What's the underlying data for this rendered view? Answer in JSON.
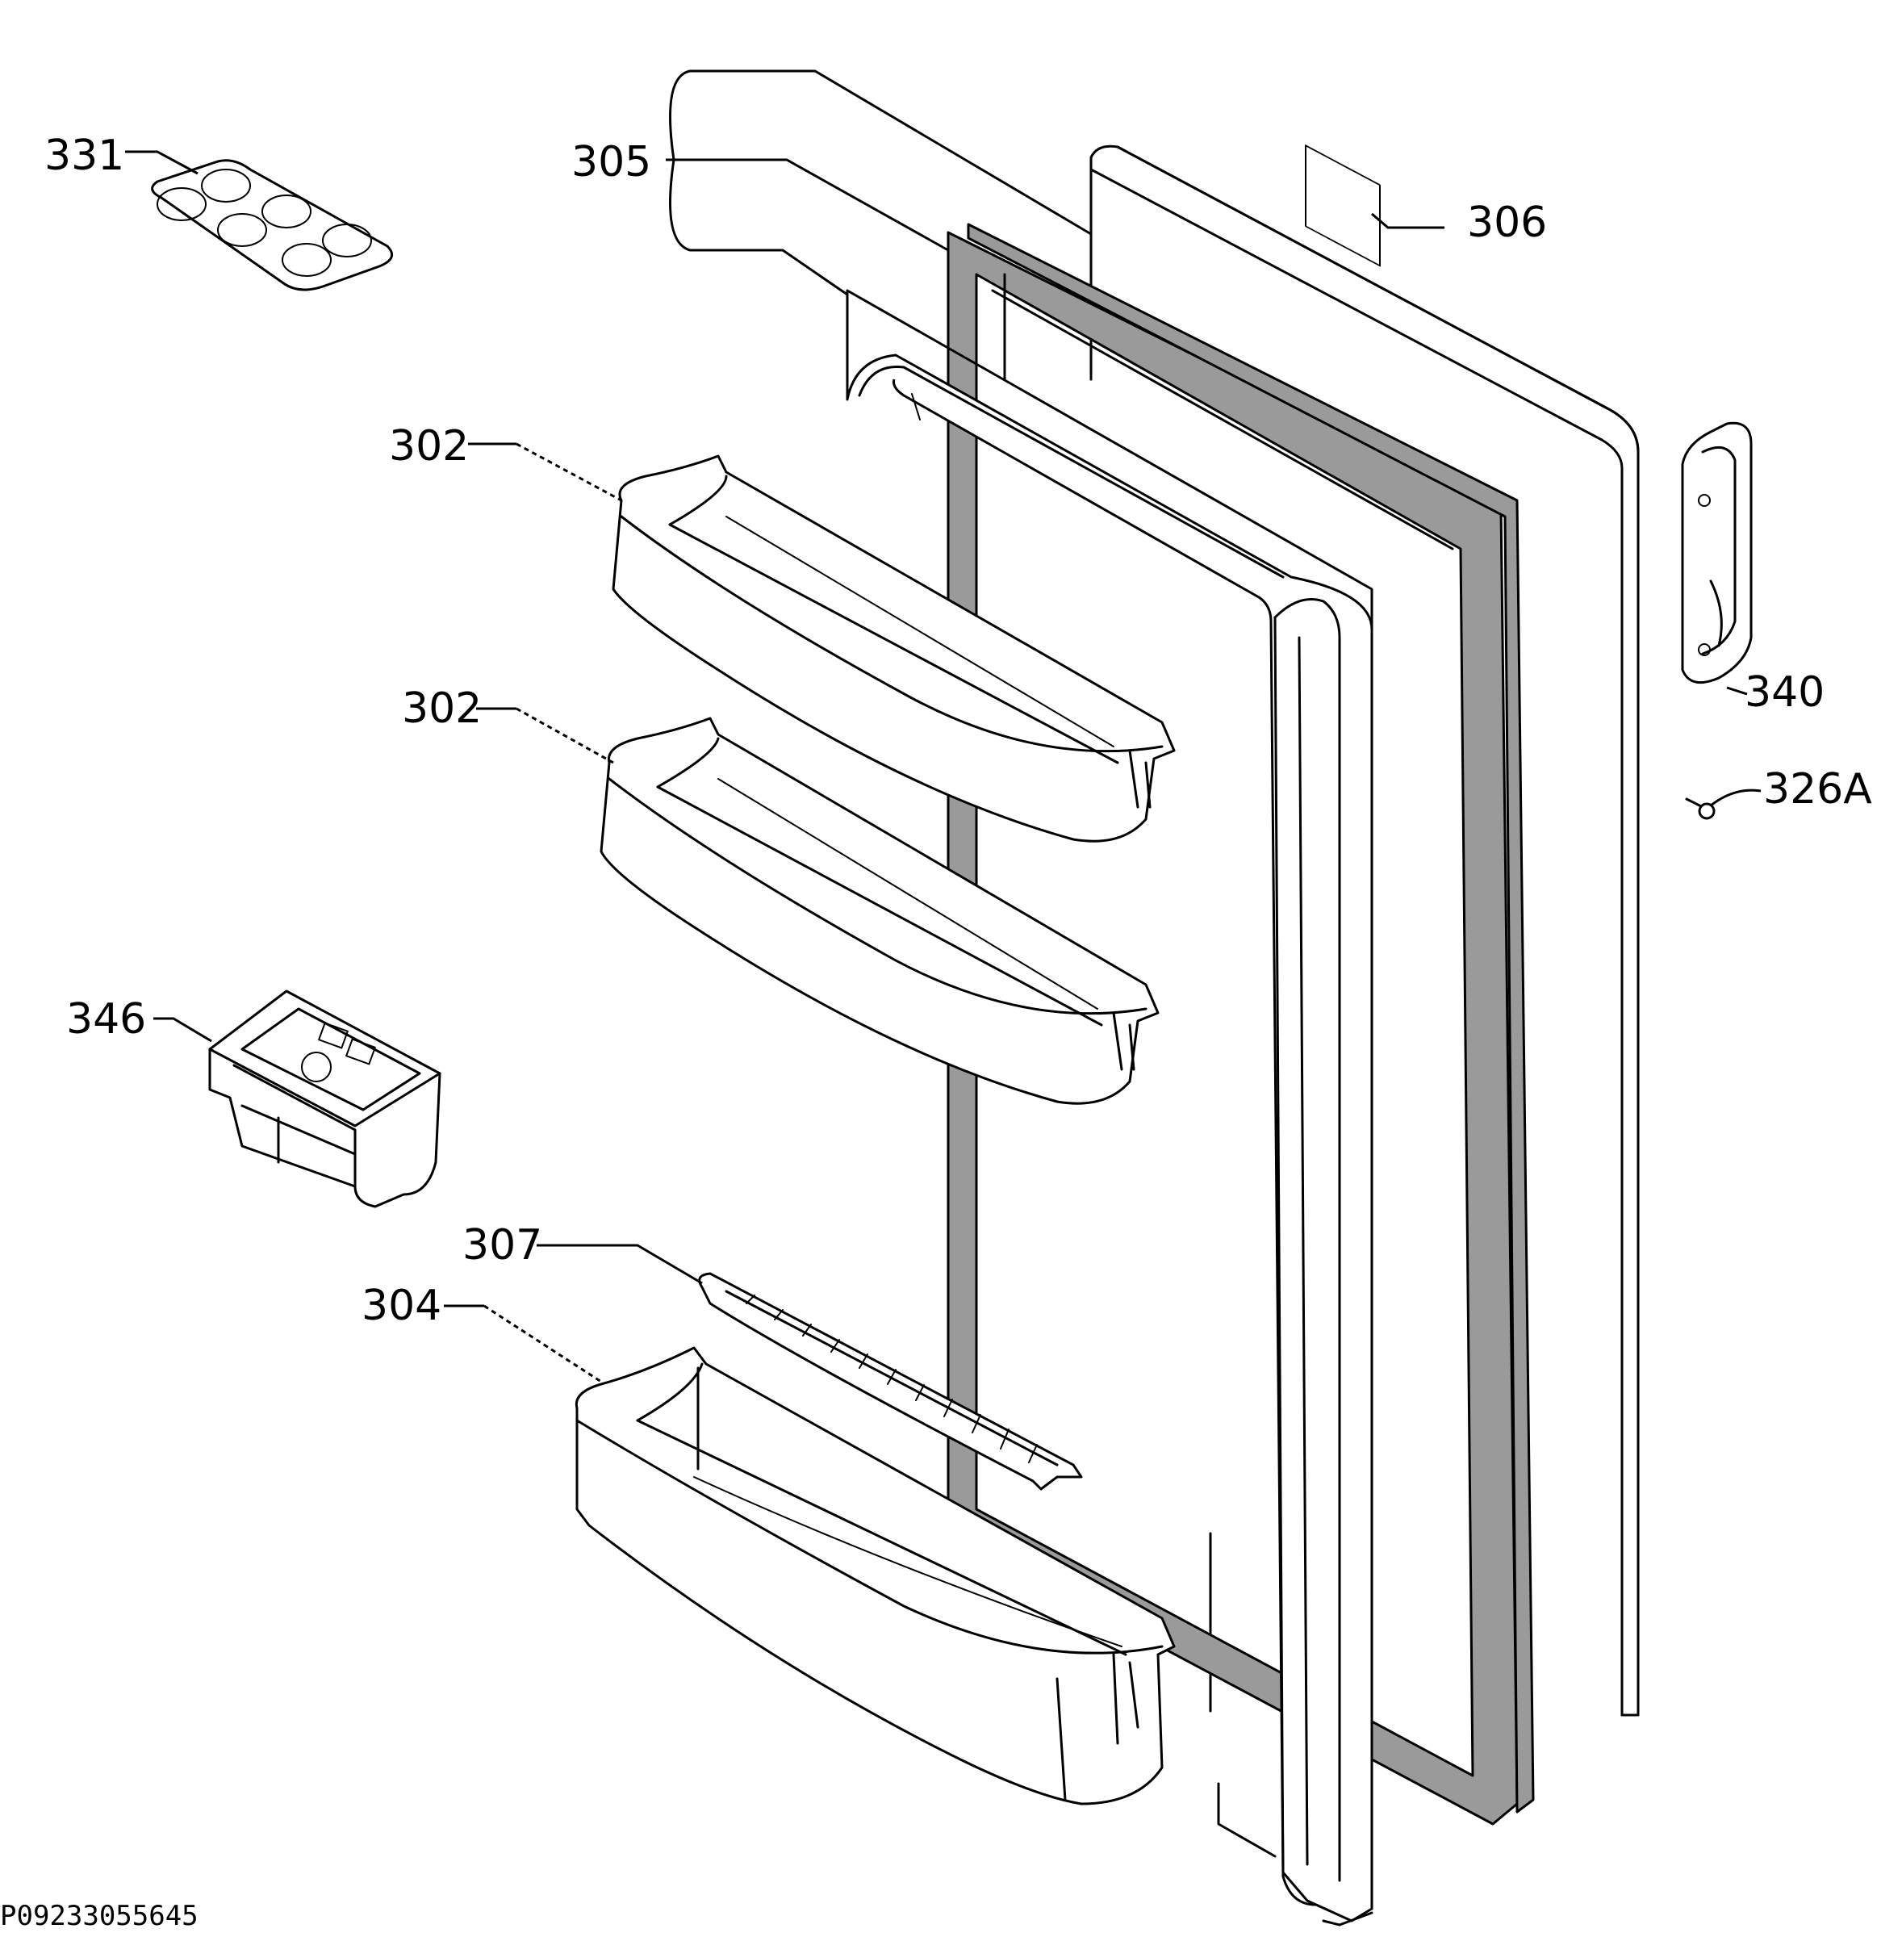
{
  "labels": {
    "p331": "331",
    "p305": "305",
    "p306": "306",
    "p302a": "302",
    "p302b": "302",
    "p340": "340",
    "p326a": "326A",
    "p346": "346",
    "p307": "307",
    "p304": "304"
  },
  "document_id": "P09233055645"
}
